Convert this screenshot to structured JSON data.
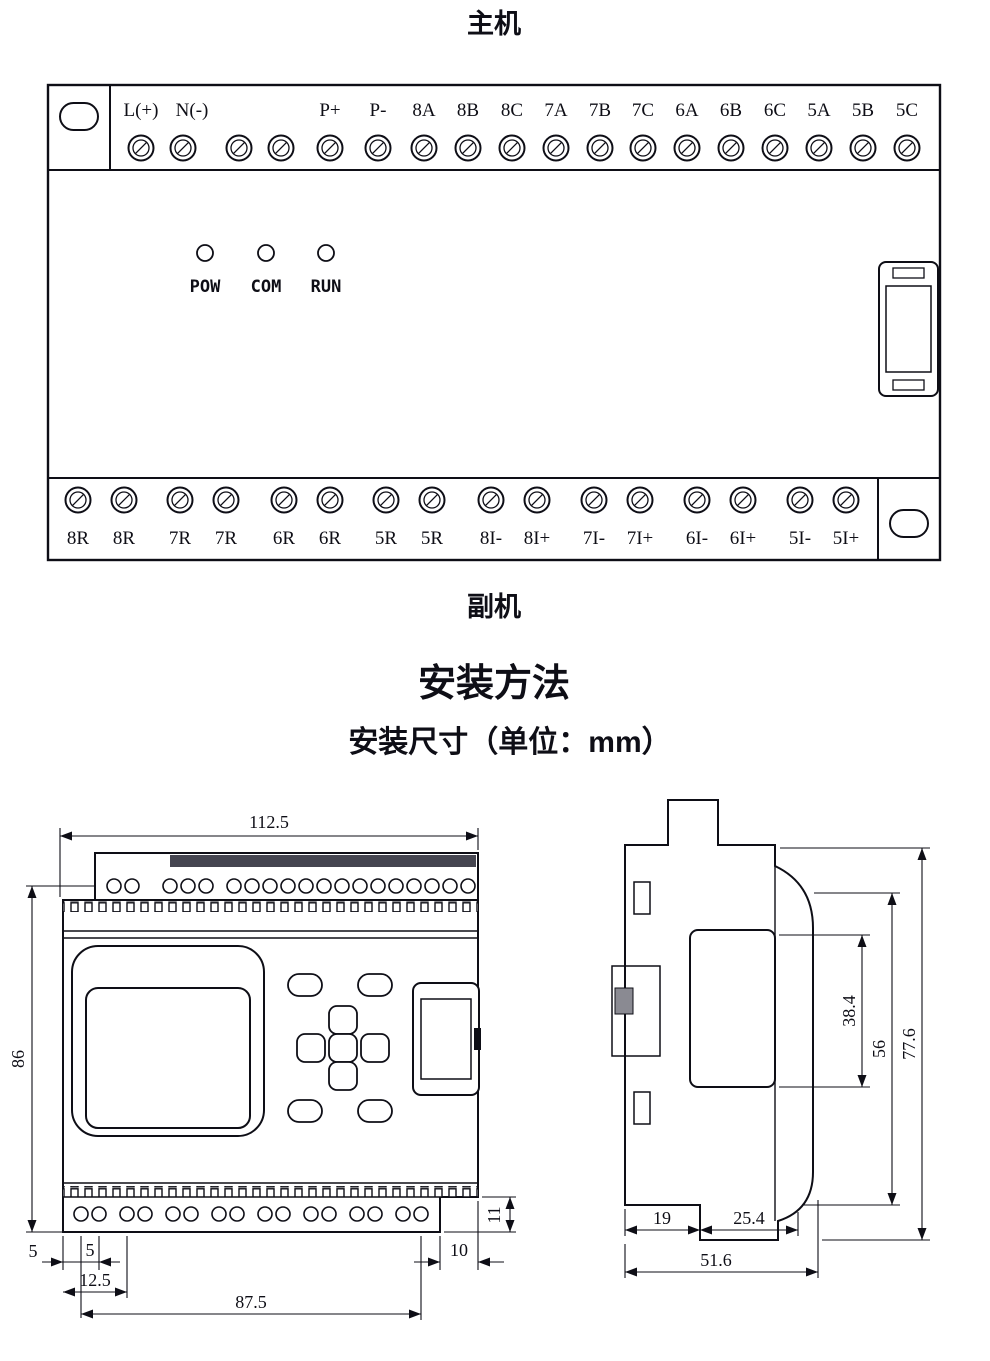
{
  "page": {
    "top_title": "主机",
    "bottom_title": "副机",
    "section_title": "安装方法",
    "section_subtitle": "安装尺寸（单位：mm）"
  },
  "device": {
    "top_terminals": [
      "L(+)",
      "N(-)",
      "P+",
      "P-",
      "8A",
      "8B",
      "8C",
      "7A",
      "7B",
      "7C",
      "6A",
      "6B",
      "6C",
      "5A",
      "5B",
      "5C"
    ],
    "leds": [
      "POW",
      "COM",
      "RUN"
    ],
    "bottom_terminals": [
      "8R",
      "8R",
      "7R",
      "7R",
      "6R",
      "6R",
      "5R",
      "5R",
      "8I-",
      "8I+",
      "7I-",
      "7I+",
      "6I-",
      "6I+",
      "5I-",
      "5I+"
    ]
  },
  "dimensions": {
    "front": {
      "width": "112.5",
      "height": "86",
      "edge_to_first_hole": "5",
      "hole_pitch": "5",
      "edge_offset": "12.5",
      "hole_span": "87.5",
      "right_step": "10",
      "strip_height": "11"
    },
    "side": {
      "overall_height": "77.6",
      "face_height": "56",
      "window_height": "38.4",
      "rear_depth": "19",
      "front_depth": "25.4",
      "overall_depth": "51.6"
    }
  }
}
